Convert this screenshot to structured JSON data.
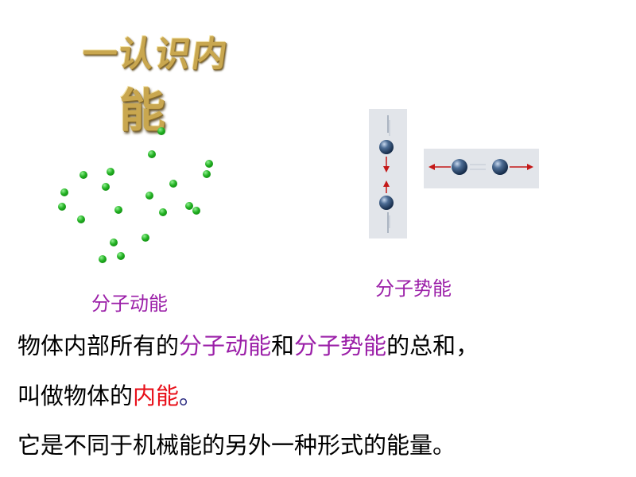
{
  "title": {
    "line1": "一认识内",
    "line2": "能"
  },
  "figures": {
    "kinetic_caption": "分子动能",
    "potential_caption": "分子势能"
  },
  "text": {
    "line1": {
      "prefix": "物体内部所有的",
      "term1": "分子动能",
      "and": "和",
      "term2": "分子势能",
      "suffix": "的总和，"
    },
    "line2": {
      "prefix": "叫做物体的",
      "term": "内能",
      "end": "。"
    },
    "line3": "它是不同于机械能的另外一种形式的能量。"
  },
  "colors": {
    "accent_purple": "#9b1fa8",
    "accent_red": "#e8101a",
    "title_gold": "#c9a74f",
    "molecule_green": "#22b022",
    "arrow_red": "#c41818"
  }
}
